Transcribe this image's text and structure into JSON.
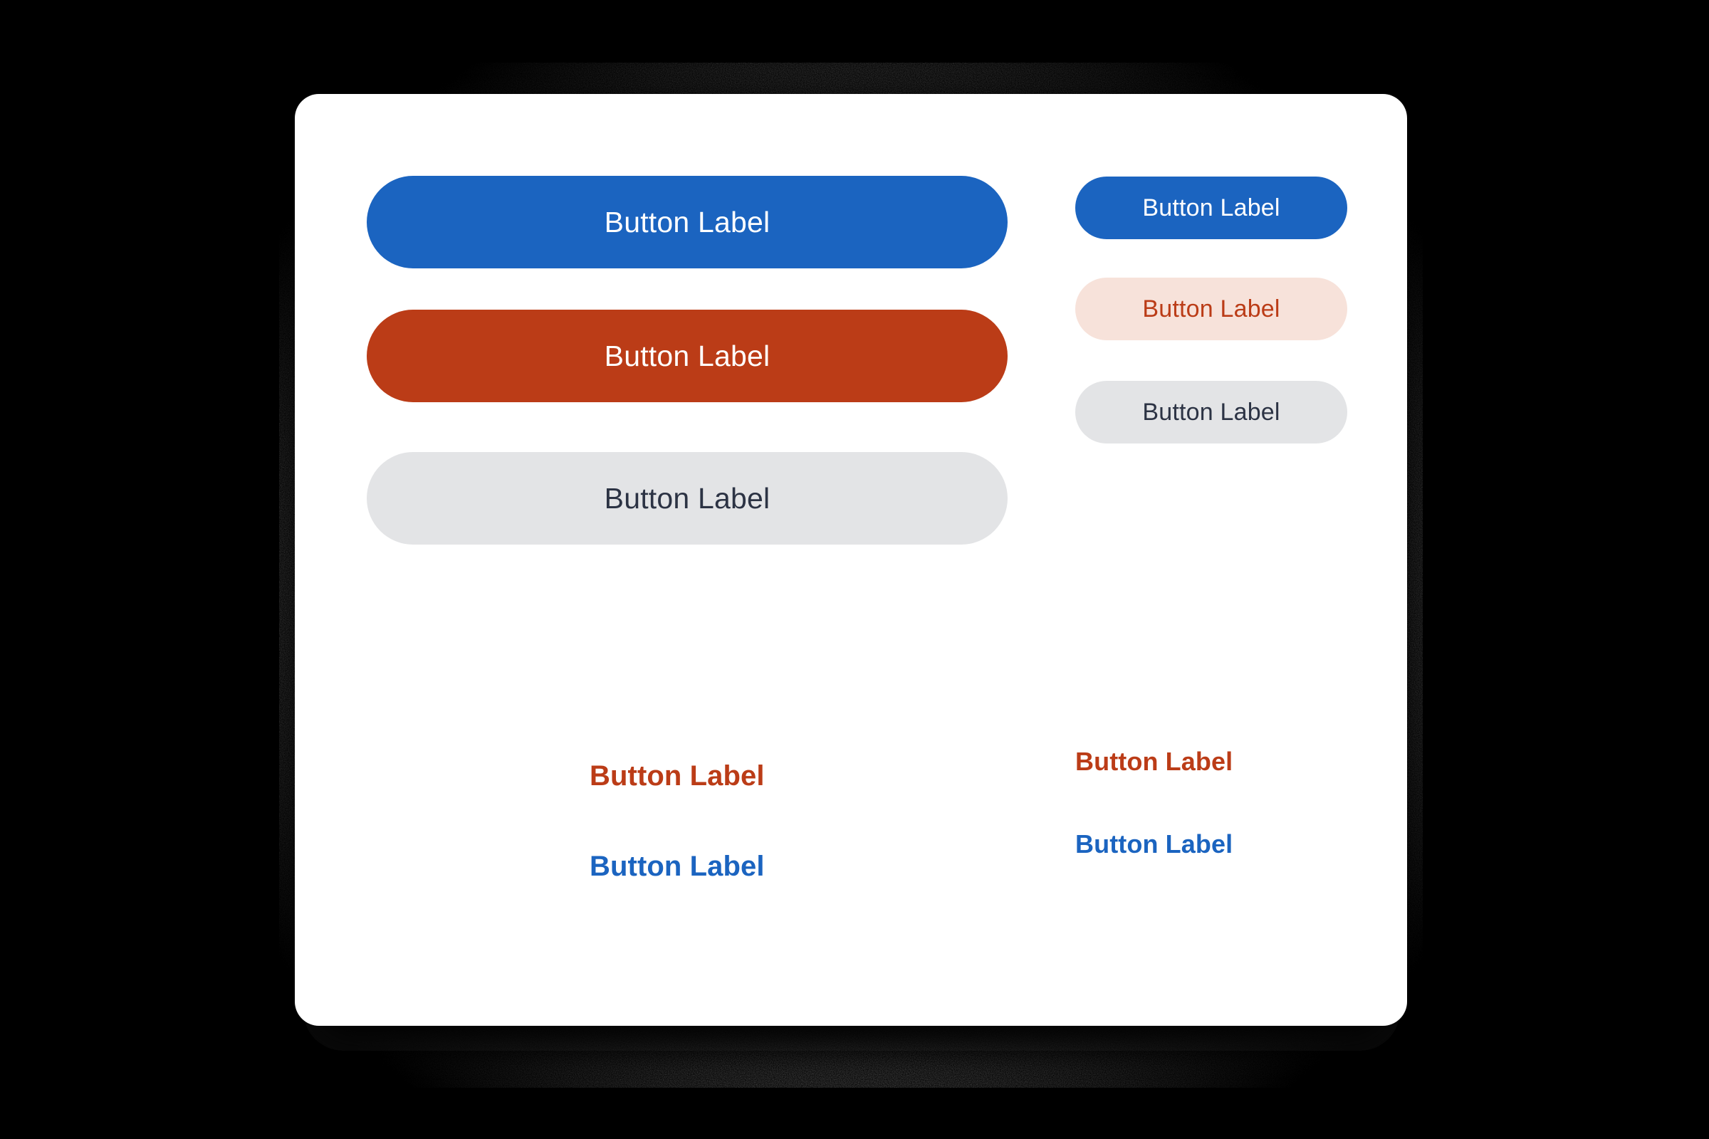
{
  "meta": {
    "surface_label": "button-showcase-card",
    "canvas_background": "#000000",
    "card_background": "#ffffff"
  },
  "palette": {
    "primary": "#1b64c0",
    "danger": "#bb3c17",
    "neutral": "#e3e4e6",
    "danger_soft_background": "#f7e2da",
    "neutral_text": "#2c3344",
    "on_fill_text": "#ffffff"
  },
  "buttons": {
    "large": [
      {
        "label": "Button Label",
        "variant": "primary",
        "style": "filled"
      },
      {
        "label": "Button Label",
        "variant": "danger",
        "style": "filled"
      },
      {
        "label": "Button Label",
        "variant": "neutral",
        "style": "filled"
      }
    ],
    "small": [
      {
        "label": "Button Label",
        "variant": "primary",
        "style": "filled"
      },
      {
        "label": "Button Label",
        "variant": "danger",
        "style": "soft"
      },
      {
        "label": "Button Label",
        "variant": "neutral",
        "style": "filled"
      }
    ],
    "text_left": [
      {
        "label": "Button Label",
        "variant": "danger",
        "style": "text"
      },
      {
        "label": "Button Label",
        "variant": "primary",
        "style": "text"
      }
    ],
    "text_right": [
      {
        "label": "Button Label",
        "variant": "danger",
        "style": "text"
      },
      {
        "label": "Button Label",
        "variant": "primary",
        "style": "text"
      }
    ]
  }
}
